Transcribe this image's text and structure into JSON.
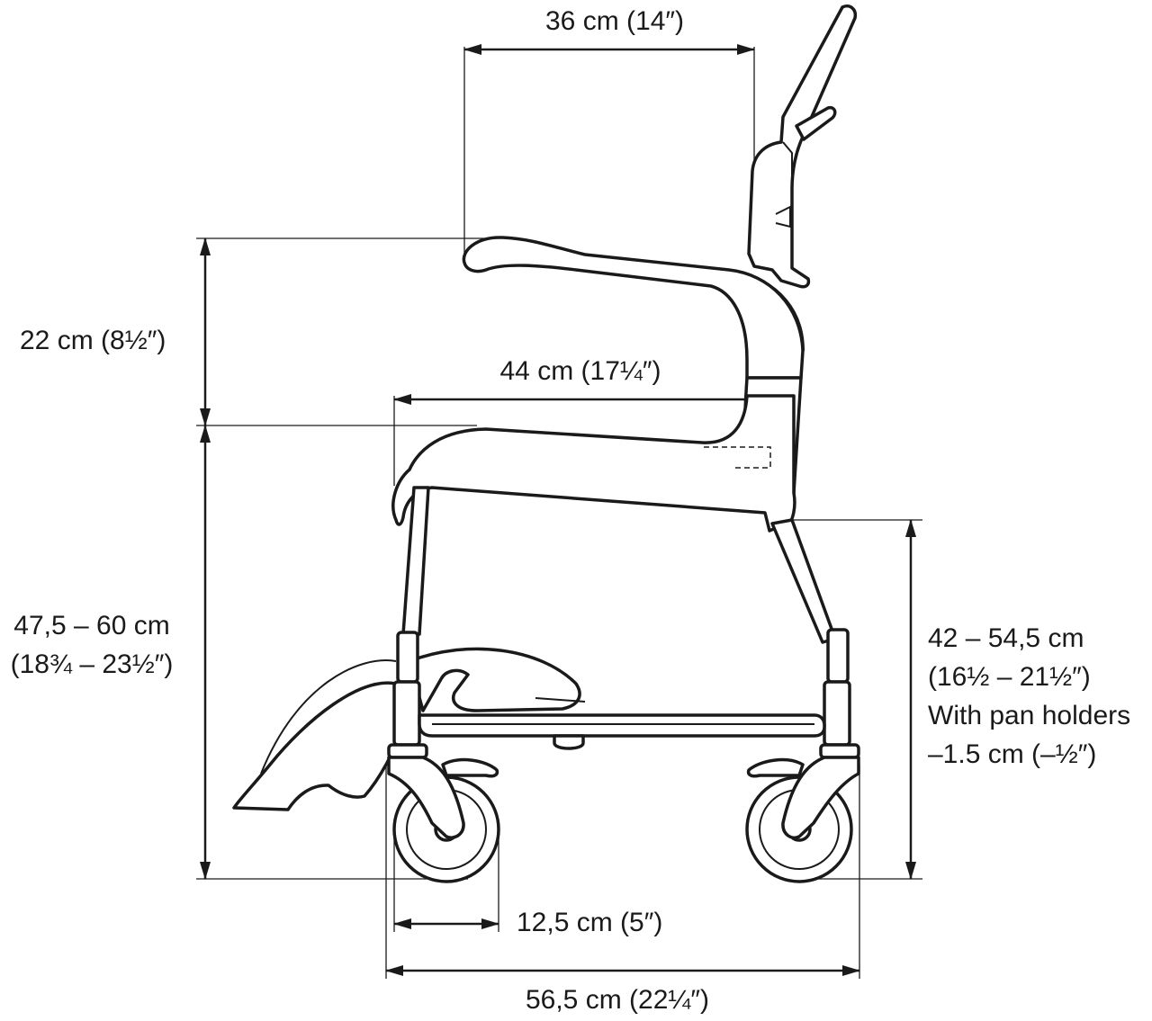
{
  "dimensions": {
    "backrest_width": "36 cm (14″)",
    "armrest_height": "22 cm (8½″)",
    "seat_depth": "44 cm (17¼″)",
    "seat_height_line1": "47,5 – 60 cm",
    "seat_height_line2": "(18¾ – 23½″)",
    "frame_height_line1": "42 – 54,5 cm",
    "frame_height_line2": "(16½ – 21½″)",
    "frame_height_line3": "With pan holders",
    "frame_height_line4": "–1.5 cm (–½″)",
    "wheel_diameter": "12,5 cm (5″)",
    "overall_length": "56,5 cm (22¼″)"
  }
}
